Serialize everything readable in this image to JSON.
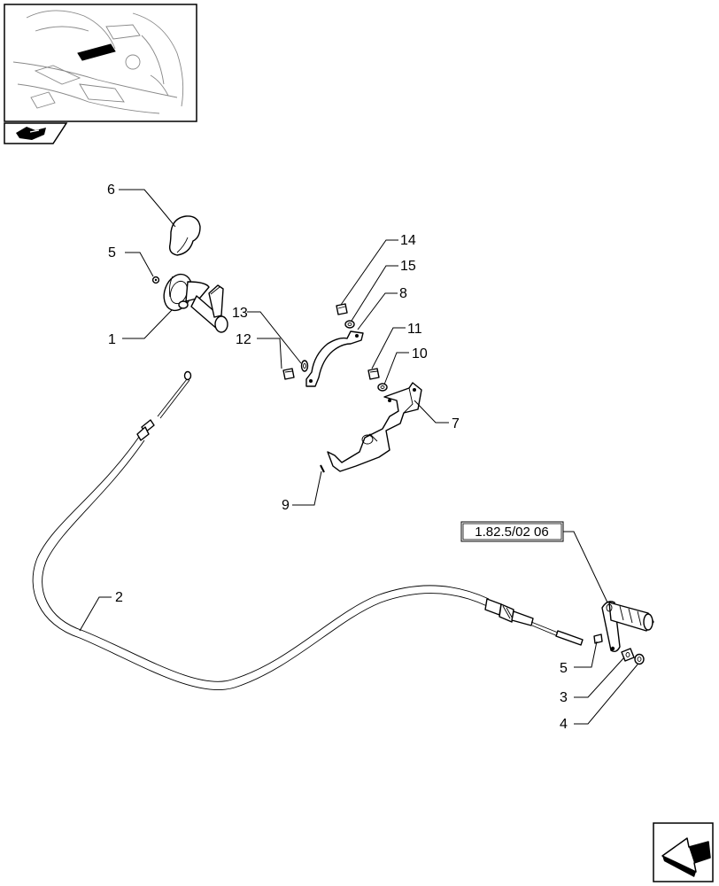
{
  "diagram": {
    "reference_box": "1.82.5/02 06",
    "callouts": {
      "c1": "1",
      "c2": "2",
      "c3": "3",
      "c4": "4",
      "c5a": "5",
      "c5b": "5",
      "c6": "6",
      "c7": "7",
      "c8": "8",
      "c9": "9",
      "c10": "10",
      "c11": "11",
      "c12": "12",
      "c13": "13",
      "c14": "14",
      "c15": "15"
    }
  },
  "icons": {
    "thumbnail": "tractor-cab-locator-thumbnail",
    "section_tab": "hand-lever-icon",
    "next_page": "arrow-next-page-icon"
  }
}
